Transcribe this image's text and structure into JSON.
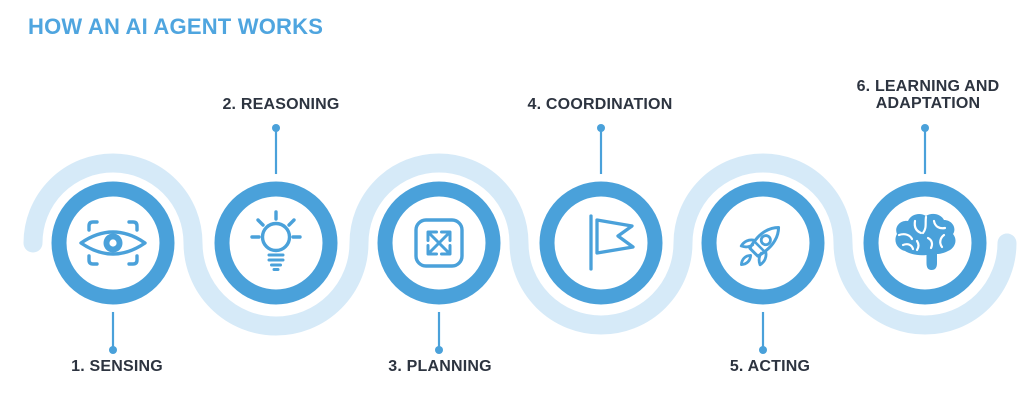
{
  "title": "HOW AN AI AGENT WORKS",
  "colors": {
    "accent_blue": "#4AA1DA",
    "title_blue": "#4FA5DF",
    "wave_light_blue": "#D6EAF8",
    "label_dark": "#2D3440",
    "background": "#FFFFFF"
  },
  "steps": [
    {
      "number": 1,
      "label": "1. SENSING",
      "icon": "eye-scan-icon",
      "label_position": "below"
    },
    {
      "number": 2,
      "label": "2. REASONING",
      "icon": "lightbulb-icon",
      "label_position": "above"
    },
    {
      "number": 3,
      "label": "3. PLANNING",
      "icon": "expand-arrows-icon",
      "label_position": "below"
    },
    {
      "number": 4,
      "label": "4. COORDINATION",
      "icon": "flag-icon",
      "label_position": "above"
    },
    {
      "number": 5,
      "label": "5. ACTING",
      "icon": "rocket-icon",
      "label_position": "below"
    },
    {
      "number": 6,
      "label": "6. LEARNING AND ADAPTATION",
      "label_lines": [
        "6. LEARNING AND",
        "ADAPTATION"
      ],
      "icon": "brain-icon",
      "label_position": "above"
    }
  ]
}
